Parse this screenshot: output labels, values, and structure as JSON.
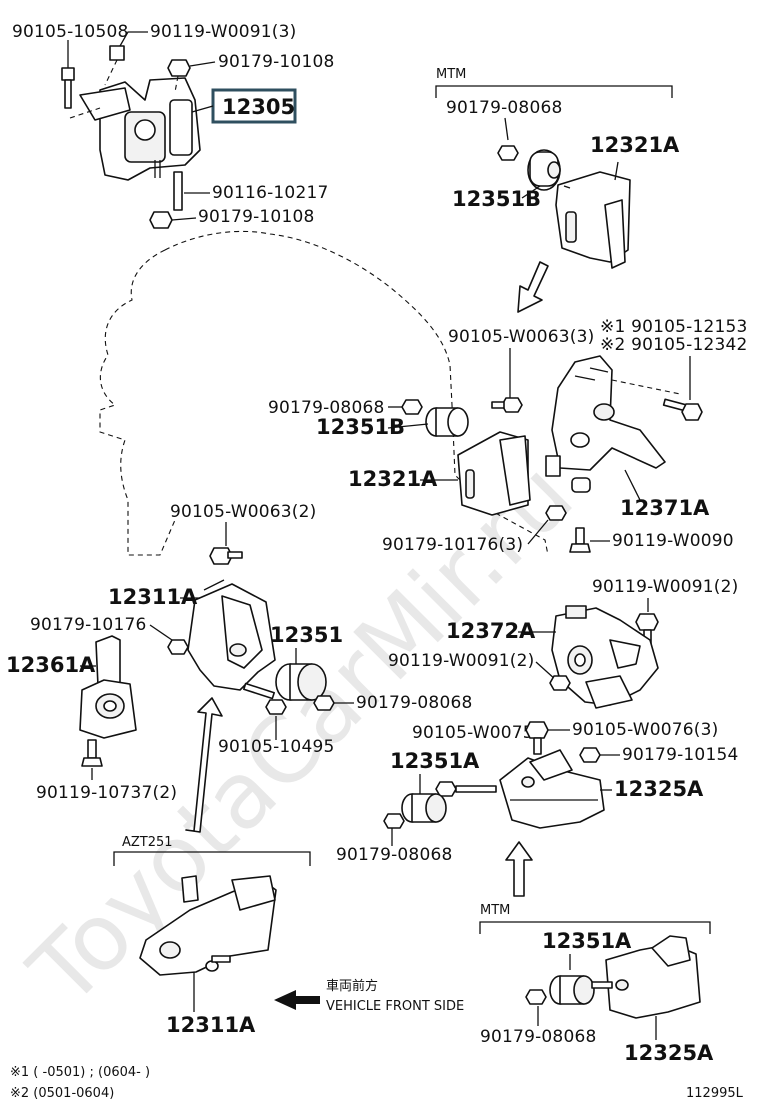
{
  "callouts": {
    "c90105_10508": "90105-10508",
    "c90119_W0091_3_top": "90119-W0091(3)",
    "c90179_10108_a": "90179-10108",
    "c12305": "12305",
    "c90116_10217": "90116-10217",
    "c90179_10108_b": "90179-10108",
    "mtm_top": "MTM",
    "c90179_08068_a": "90179-08068",
    "c12321A_a": "12321A",
    "c12351B_a": "12351B",
    "c90105_W0063_3": "90105-W0063(3)",
    "c_note1_part": "※1 90105-12153",
    "c_note2_part": "※2 90105-12342",
    "c90179_08068_b": "90179-08068",
    "c12351B_b": "12351B",
    "c12321A_b": "12321A",
    "c12371A": "12371A",
    "c90179_10176_3": "90179-10176(3)",
    "c90119_W0090": "90119-W0090",
    "c90105_W0063_2": "90105-W0063(2)",
    "c12311A_a": "12311A",
    "c90179_10176": "90179-10176",
    "c12361A": "12361A",
    "c12351": "12351",
    "c90179_08068_c": "90179-08068",
    "c90105_10495": "90105-10495",
    "c90119_10737_2": "90119-10737(2)",
    "c90119_W0091_2_a": "90119-W0091(2)",
    "c12372A": "12372A",
    "c90119_W0091_2_b": "90119-W0091(2)",
    "c90105_W0075": "90105-W0075",
    "c90105_W0076_3": "90105-W0076(3)",
    "c12351A_a": "12351A",
    "c90179_10154": "90179-10154",
    "c12325A_a": "12325A",
    "c90179_08068_d": "90179-08068",
    "azt251": "AZT251",
    "c12311A_b": "12311A",
    "mtm_bottom": "MTM",
    "c12351A_b": "12351A",
    "c90179_08068_e": "90179-08068",
    "c12325A_b": "12325A"
  },
  "direction": {
    "jp": "車両前方",
    "en": "VEHICLE FRONT SIDE"
  },
  "notes": {
    "note1": "※1 (    -0501) ; (0604-    )",
    "note2": "※2 (0501-0604)"
  },
  "figure_id": "112995L",
  "watermark": "ToyotaCarMir.ru",
  "colors": {
    "ink": "#111111",
    "highlight_box": "#2f4f5f",
    "watermark": "#d6d6d6"
  }
}
